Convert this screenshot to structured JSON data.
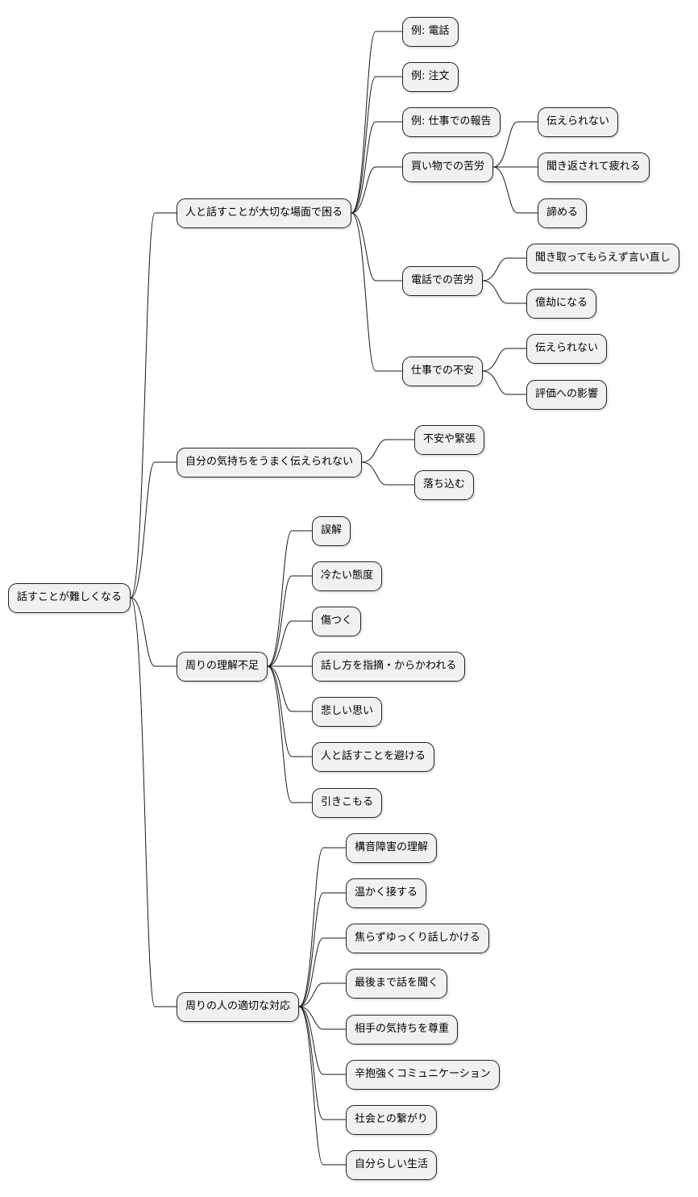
{
  "root": "話すことが難しくなる",
  "branches": [
    {
      "label": "人と話すことが大切な場面で困る",
      "children": [
        {
          "label": "例: 電話"
        },
        {
          "label": "例: 注文"
        },
        {
          "label": "例: 仕事での報告"
        },
        {
          "label": "買い物での苦労",
          "children": [
            "伝えられない",
            "聞き返されて疲れる",
            "諦める"
          ]
        },
        {
          "label": "電話での苦労",
          "children": [
            "聞き取ってもらえず言い直し",
            "億劫になる"
          ]
        },
        {
          "label": "仕事での不安",
          "children": [
            "伝えられない",
            "評価への影響"
          ]
        }
      ]
    },
    {
      "label": "自分の気持ちをうまく伝えられない",
      "children": [
        {
          "label": "不安や緊張"
        },
        {
          "label": "落ち込む"
        }
      ]
    },
    {
      "label": "周りの理解不足",
      "children": [
        {
          "label": "誤解"
        },
        {
          "label": "冷たい態度"
        },
        {
          "label": "傷つく"
        },
        {
          "label": "話し方を指摘・からかわれる"
        },
        {
          "label": "悲しい思い"
        },
        {
          "label": "人と話すことを避ける"
        },
        {
          "label": "引きこもる"
        }
      ]
    },
    {
      "label": "周りの人の適切な対応",
      "children": [
        {
          "label": "構音障害の理解"
        },
        {
          "label": "温かく接する"
        },
        {
          "label": "焦らずゆっくり話しかける"
        },
        {
          "label": "最後まで話を聞く"
        },
        {
          "label": "相手の気持ちを尊重"
        },
        {
          "label": "辛抱強くコミュニケーション"
        },
        {
          "label": "社会との繋がり"
        },
        {
          "label": "自分らしい生活"
        }
      ]
    }
  ]
}
